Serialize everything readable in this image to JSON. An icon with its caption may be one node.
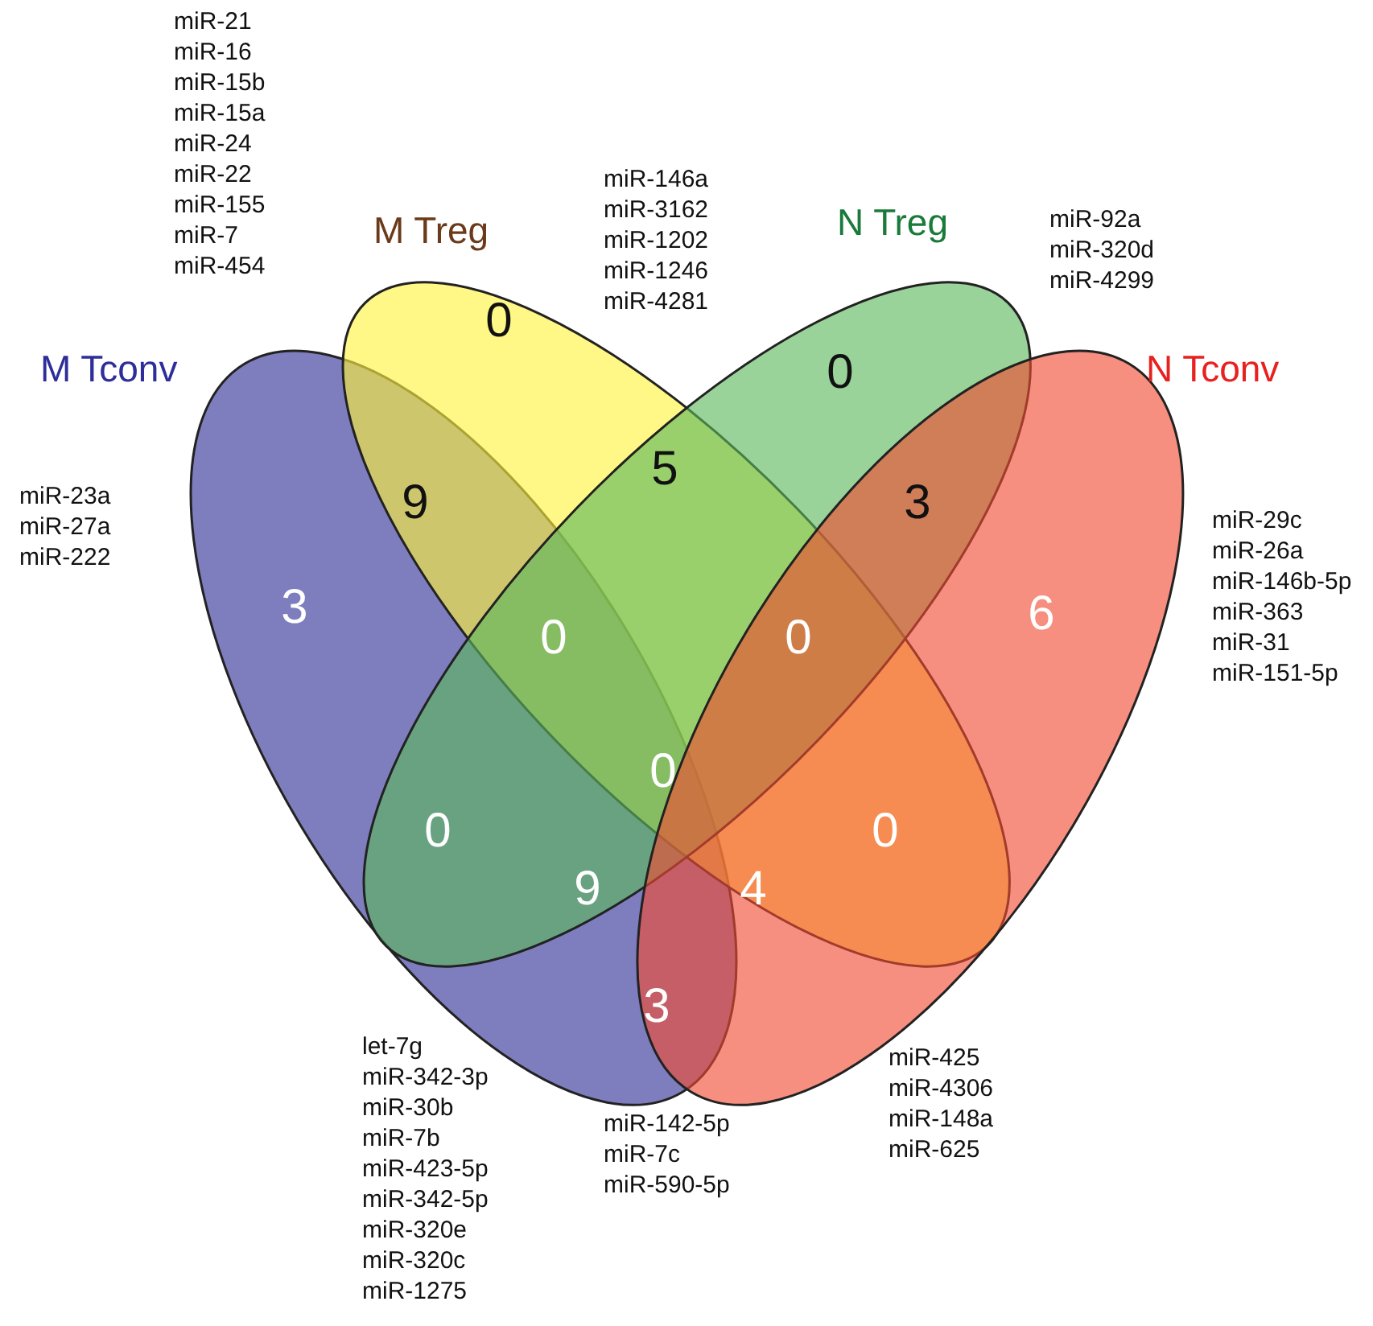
{
  "diagram": {
    "nodes": [
      {
        "text": [
          "M Tconv"
        ]
      },
      {
        "text": [
          "M Treg"
        ]
      },
      {
        "text": [
          "N Treg"
        ]
      },
      {
        "text": [
          "N Tconv"
        ]
      }
    ],
    "labels": [
      "miR-21",
      "miR-16",
      "miR-15b",
      "miR-15a",
      "miR-24",
      "miR-22",
      "miR-155",
      "miR-7",
      "miR-454",
      "miR-146a",
      "miR-3162",
      "miR-1202",
      "miR-1246",
      "miR-4281",
      "miR-92a",
      "miR-320d",
      "miR-4299",
      "miR-23a",
      "miR-27a",
      "miR-222",
      "miR-29c",
      "miR-26a",
      "miR-146b-5p",
      "miR-363",
      "miR-31",
      "miR-151-5p",
      "let-7g",
      "miR-342-3p",
      "miR-30b",
      "miR-7b",
      "miR-423-5p",
      "miR-342-5p",
      "miR-320e",
      "miR-320c",
      "miR-1275",
      "miR-425",
      "miR-4306",
      "miR-148a",
      "miR-625",
      "miR-142-5p",
      "miR-7c",
      "miR-590-5p",
      "0",
      "9",
      "5",
      "0",
      "3",
      "3",
      "0",
      "0",
      "6",
      "0",
      "0",
      "0",
      "9",
      "4",
      "3"
    ]
  }
}
